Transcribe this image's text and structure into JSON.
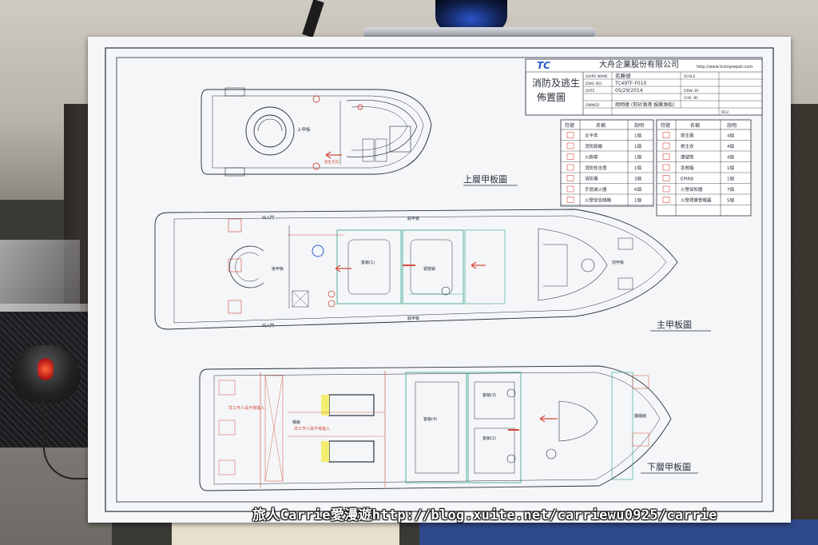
{
  "document": {
    "company": "大舟企業股份有限公司",
    "logo_text": "TC",
    "website": "http://www.tcshiprepair.com",
    "title_line1": "消防及逃生",
    "title_line2": "佈置圖",
    "title_block": {
      "ship_name_label": "SHIPS NAME",
      "ship_name_value": "名勝號",
      "scale_label": "SCALE",
      "dwg_no_label": "DWG NO.",
      "dwg_no_value": "TC49TF-F010",
      "drw_by_label": "DRW. BY",
      "date_label": "DATE",
      "date_value": "05/29/2014",
      "chk_by_label": "CHK. BY",
      "owner_label": "OWNER",
      "owner_value": "胡明德 (剪砂漁港 娛樂漁船)",
      "rev_label": "REV."
    },
    "deck_labels": {
      "upper": "上層甲板圖",
      "main": "主甲板圖",
      "lower": "下層甲板圖"
    },
    "plan_labels": {
      "upper_deck": "上甲板",
      "escape": "逃生方向",
      "entrance_top": "出入門",
      "entrance_bottom": "出入門",
      "side_deck_top": "舷甲板",
      "side_deck_bottom": "舷甲板",
      "aft_deck": "後甲板",
      "cabin1": "客艙(1)",
      "bridge": "駕駛艙",
      "front_deck": "前甲板",
      "cabin4": "客艙(4)",
      "cabin2": "客艙(2)",
      "cabin3": "客艙(3)",
      "engine_room": "機艙",
      "staff_only_1": "非工作人員不得進入",
      "staff_only_2": "非工作人員不得進入",
      "anchor_room": "錨鏈艙"
    },
    "legend_headers": {
      "symbol": "符號",
      "name": "名稱",
      "qty": "說明"
    },
    "legend_left": [
      {
        "name": "太平斧",
        "qty": "1個"
      },
      {
        "name": "消防鬆繩",
        "qty": "1個"
      },
      {
        "name": "火鉤帶",
        "qty": "1個"
      },
      {
        "name": "消防栓含燈",
        "qty": "1個"
      },
      {
        "name": "消防桶",
        "qty": "3個"
      },
      {
        "name": "手提滅火器",
        "qty": "6個"
      },
      {
        "name": "火警受信總機",
        "qty": "1個"
      }
    ],
    "legend_right": [
      {
        "name": "救生圈",
        "qty": "4個"
      },
      {
        "name": "救生衣",
        "qty": "4個"
      },
      {
        "name": "煙號筒",
        "qty": "4個"
      },
      {
        "name": "急救箱",
        "qty": "1個"
      },
      {
        "name": "EPIRB",
        "qty": "1個"
      },
      {
        "name": "火警探知器",
        "qty": "7個"
      },
      {
        "name": "火警視覺警報器",
        "qty": "5個"
      }
    ]
  },
  "watermark": "旅人Carrie愛漫遊http://blog.xuite.net/carriewu0925/carrie",
  "colors": {
    "line_dark": "#2a2f3c",
    "line_green": "#2ba38c",
    "line_red": "#d24a3a",
    "line_blue": "#2a5bd0"
  }
}
